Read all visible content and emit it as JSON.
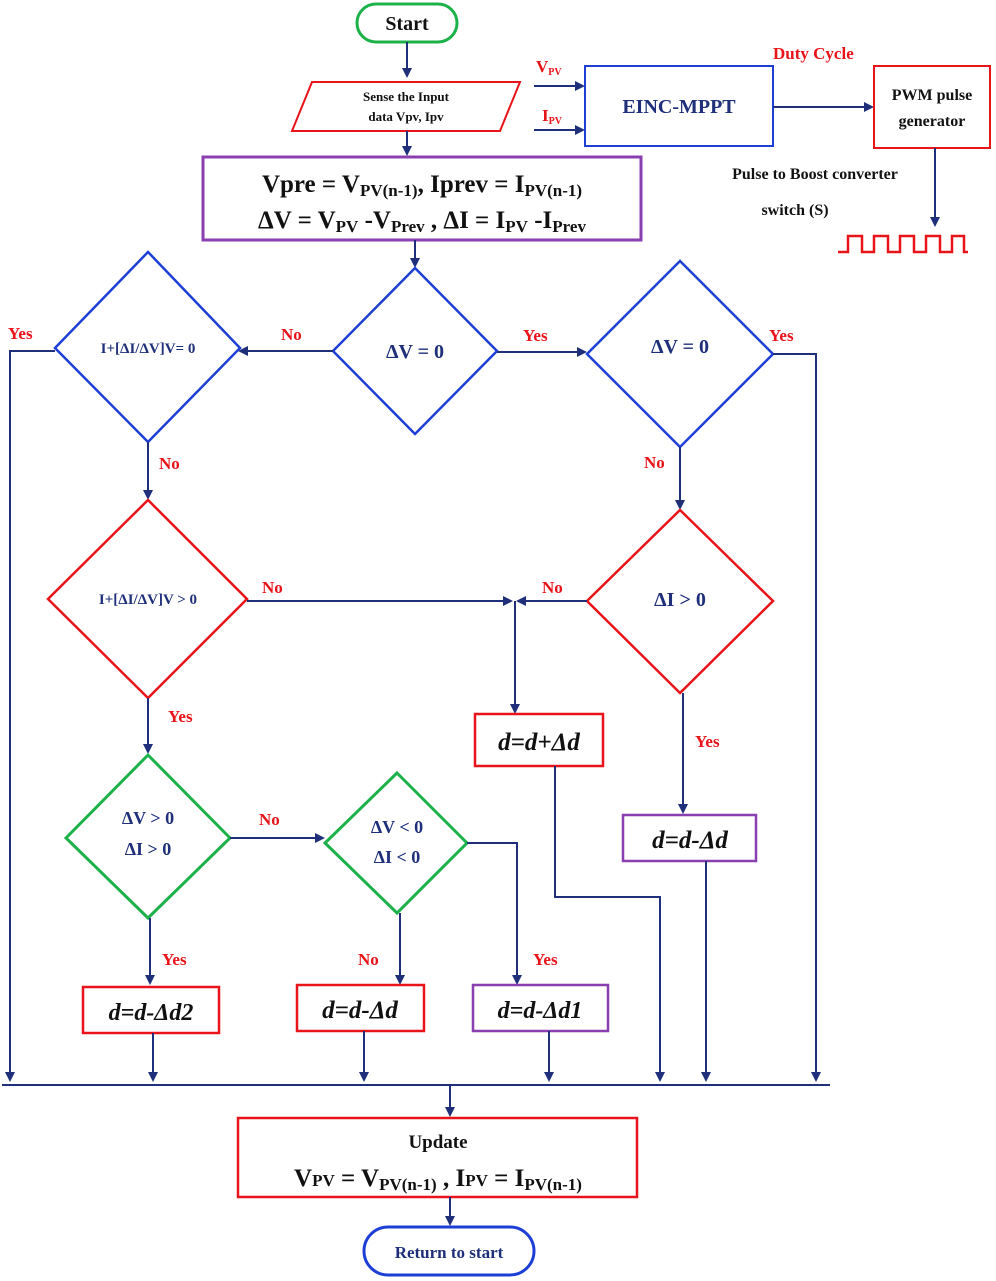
{
  "colors": {
    "flow": "#1f2f7a",
    "blue": "#1e3fd6",
    "red": "#e8141a",
    "green": "#1db14a",
    "purple": "#8a3fb0",
    "pink_outline": "#e8141a"
  },
  "start": "Start",
  "sense": {
    "line1": "Sense the Input",
    "line2": "data Vpv, Ipv"
  },
  "block": {
    "vpv_label": "V",
    "vpv_sub": "PV",
    "ipv_label": "I",
    "ipv_sub": "PV",
    "mppt": "EINC-MPPT",
    "duty": "Duty Cycle",
    "pwm_line1": "PWM pulse",
    "pwm_line2": "generator",
    "pulse_line1": "Pulse to Boost converter",
    "pulse_line2": "switch (S)"
  },
  "init": {
    "l1a": "Vpre = V",
    "l1a_sub": "PV(n-1)",
    "l1b": ", Iprev = I",
    "l1b_sub": "PV(n-1)",
    "l2a": "ΔV = V",
    "l2a_sub": "PV",
    "l2b": " -V",
    "l2b_sub": "Prev",
    "l2c": " , ΔI = I",
    "l2c_sub": "PV",
    "l2d": " -I",
    "l2d_sub": "Prev"
  },
  "decisions": {
    "center": "ΔV = 0",
    "left": "I+[ΔI/ΔV]V= 0",
    "right": "ΔV = 0",
    "left2": "I+[ΔI/ΔV]V > 0",
    "right2": "ΔI > 0",
    "green1_l1": "ΔV > 0",
    "green1_l2": "ΔI > 0",
    "green2_l1": "ΔV < 0",
    "green2_l2": "ΔI < 0"
  },
  "actions": {
    "inc": "d=d+Δd",
    "dec_right": "d=d-Δd",
    "dec2": "d=d-Δd2",
    "dec_mid": "d=d-Δd",
    "dec1": "d=d-Δd1"
  },
  "labels": {
    "yes": "Yes",
    "no": "No"
  },
  "update": {
    "title": "Update",
    "a": "V",
    "a_sub": "PV",
    "b": " = V",
    "b_sub": "PV(n-1)",
    "c": " , I",
    "c_sub": "PV",
    "d": " = I",
    "d_sub": "PV(n-1)"
  },
  "end": "Return to start"
}
